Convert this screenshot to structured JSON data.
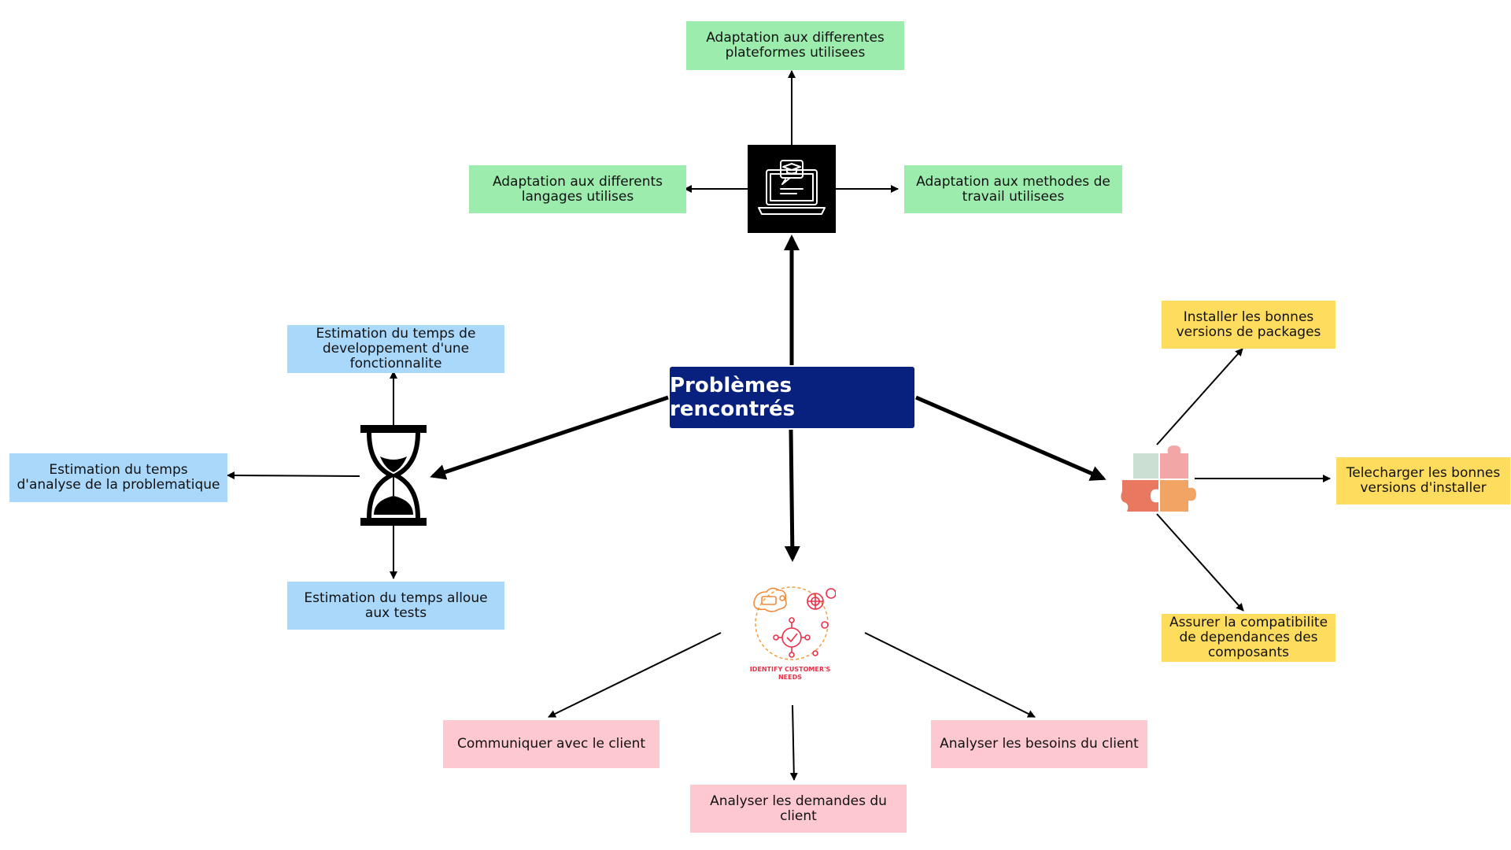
{
  "central": {
    "label": "Problèmes rencontrés"
  },
  "top_branch": {
    "top": "Adaptation aux differentes plateformes utilisees",
    "left": "Adaptation aux differents langages utilises",
    "right": "Adaptation aux methodes de travail utilisees"
  },
  "left_branch": {
    "top": "Estimation du temps de developpement d'une fonctionnalite",
    "left": "Estimation du temps d'analyse de la problematique",
    "bottom": "Estimation du temps alloue aux tests"
  },
  "right_branch": {
    "top": "Installer les bonnes versions de packages",
    "right": "Telecharger les bonnes versions d'installer",
    "bottom": "Assurer la compatibilite de dependances des composants"
  },
  "bottom_branch": {
    "icon_caption": "IDENTIFY CUSTOMER'S NEEDS",
    "left": "Communiquer avec le client",
    "center": "Analyser les demandes du client",
    "right": "Analyser les besoins du client"
  },
  "colors": {
    "central": "#08217f",
    "green": "#9cedad",
    "blue": "#a9d8fb",
    "yellow": "#fedc5e",
    "pink": "#fdc8d0",
    "arrow": "#000000"
  },
  "icons": {
    "top": "laptop-education-icon",
    "left": "hourglass-icon",
    "right": "puzzle-icon",
    "bottom": "customer-needs-icon"
  }
}
